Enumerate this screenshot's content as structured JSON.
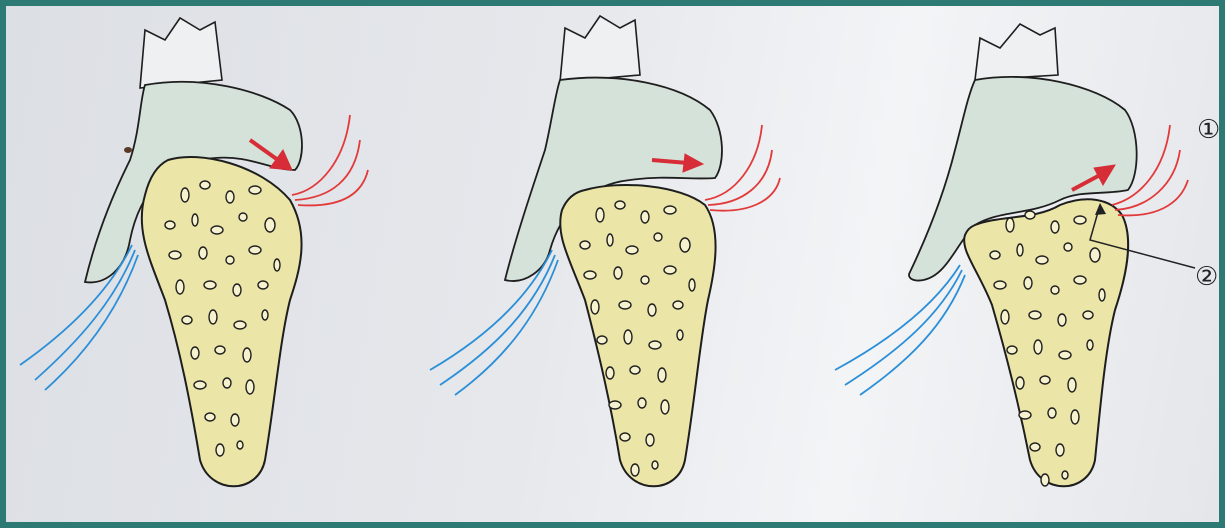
{
  "panels": [
    {
      "id": "panel-1"
    },
    {
      "id": "panel-2"
    },
    {
      "id": "panel-3"
    }
  ],
  "callouts": {
    "label_1": "①",
    "label_2": "②"
  },
  "colors": {
    "frame_border": "#2d7a74",
    "bone": "#ebe5a8",
    "tooth": "#d5e2da",
    "arrow": "#d62d37",
    "fiber_red": "#e23a3a",
    "fiber_blue": "#2b8fd8"
  }
}
